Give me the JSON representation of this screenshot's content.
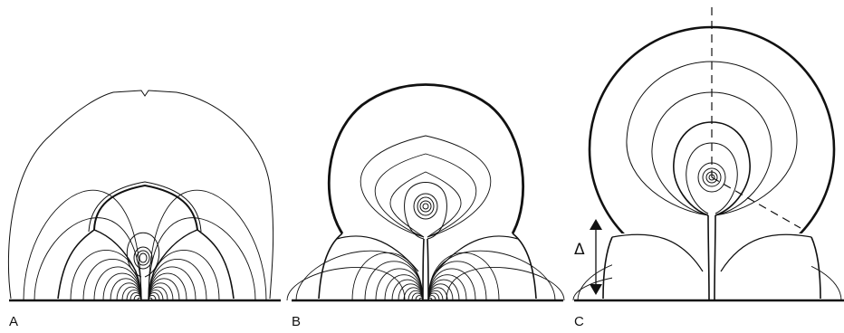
{
  "figure": {
    "panels": [
      {
        "id": "A",
        "label": "A"
      },
      {
        "id": "B",
        "label": "B"
      },
      {
        "id": "C",
        "label": "C",
        "annotation": "Δ"
      }
    ],
    "colors": {
      "line": "#111111",
      "background": "#ffffff"
    }
  }
}
